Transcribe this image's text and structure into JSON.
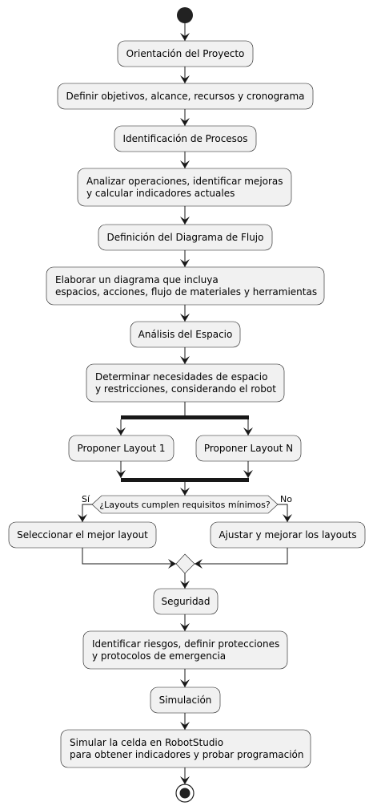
{
  "diagram": {
    "steps": [
      {
        "id": "s1",
        "lines": [
          "Orientación del Proyecto"
        ]
      },
      {
        "id": "s2",
        "lines": [
          "Definir objetivos, alcance, recursos y cronograma"
        ]
      },
      {
        "id": "s3",
        "lines": [
          "Identificación de Procesos"
        ]
      },
      {
        "id": "s4",
        "lines": [
          "Analizar operaciones, identificar mejoras",
          "y calcular indicadores actuales"
        ]
      },
      {
        "id": "s5",
        "lines": [
          "Definición del Diagrama de Flujo"
        ]
      },
      {
        "id": "s6",
        "lines": [
          "Elaborar un diagrama que incluya",
          "espacios, acciones, flujo de materiales y herramientas"
        ]
      },
      {
        "id": "s7",
        "lines": [
          "Análisis del Espacio"
        ]
      },
      {
        "id": "s8",
        "lines": [
          "Determinar necesidades de espacio",
          "y restricciones, considerando el robot"
        ]
      },
      {
        "id": "fork1",
        "lines": [
          "Proponer Layout 1"
        ]
      },
      {
        "id": "forkN",
        "lines": [
          "Proponer Layout N"
        ]
      },
      {
        "id": "yes",
        "lines": [
          "Seleccionar el mejor layout"
        ]
      },
      {
        "id": "no",
        "lines": [
          "Ajustar y mejorar los layouts"
        ]
      },
      {
        "id": "s9",
        "lines": [
          "Seguridad"
        ]
      },
      {
        "id": "s10",
        "lines": [
          "Identificar riesgos, definir protecciones",
          "y protocolos de emergencia"
        ]
      },
      {
        "id": "s11",
        "lines": [
          "Simulación"
        ]
      },
      {
        "id": "s12",
        "lines": [
          "Simular la celda en RobotStudio",
          "para obtener indicadores y probar programación"
        ]
      }
    ],
    "decision": {
      "question": "¿Layouts cumplen requisitos mínimos?",
      "yes_label": "Sí",
      "no_label": "No"
    }
  }
}
